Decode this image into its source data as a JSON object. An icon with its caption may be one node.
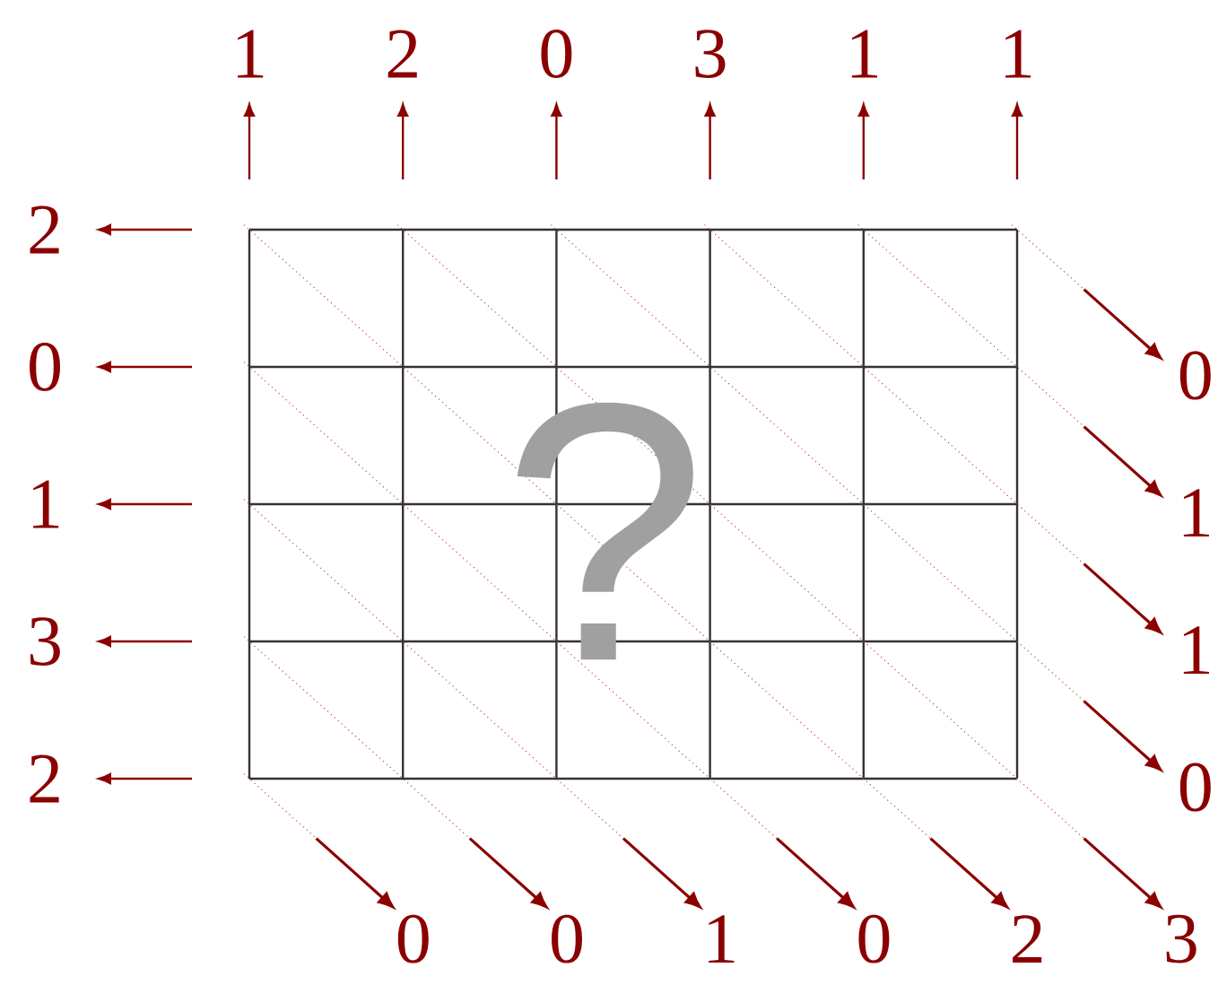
{
  "diagram": {
    "labels": [
      "1",
      "2",
      "0",
      "3",
      "1",
      "1",
      "2",
      "0",
      "1",
      "3",
      "2",
      "0",
      "1",
      "1",
      "0",
      "0",
      "0",
      "1",
      "0",
      "2",
      "3",
      "?"
    ]
  }
}
